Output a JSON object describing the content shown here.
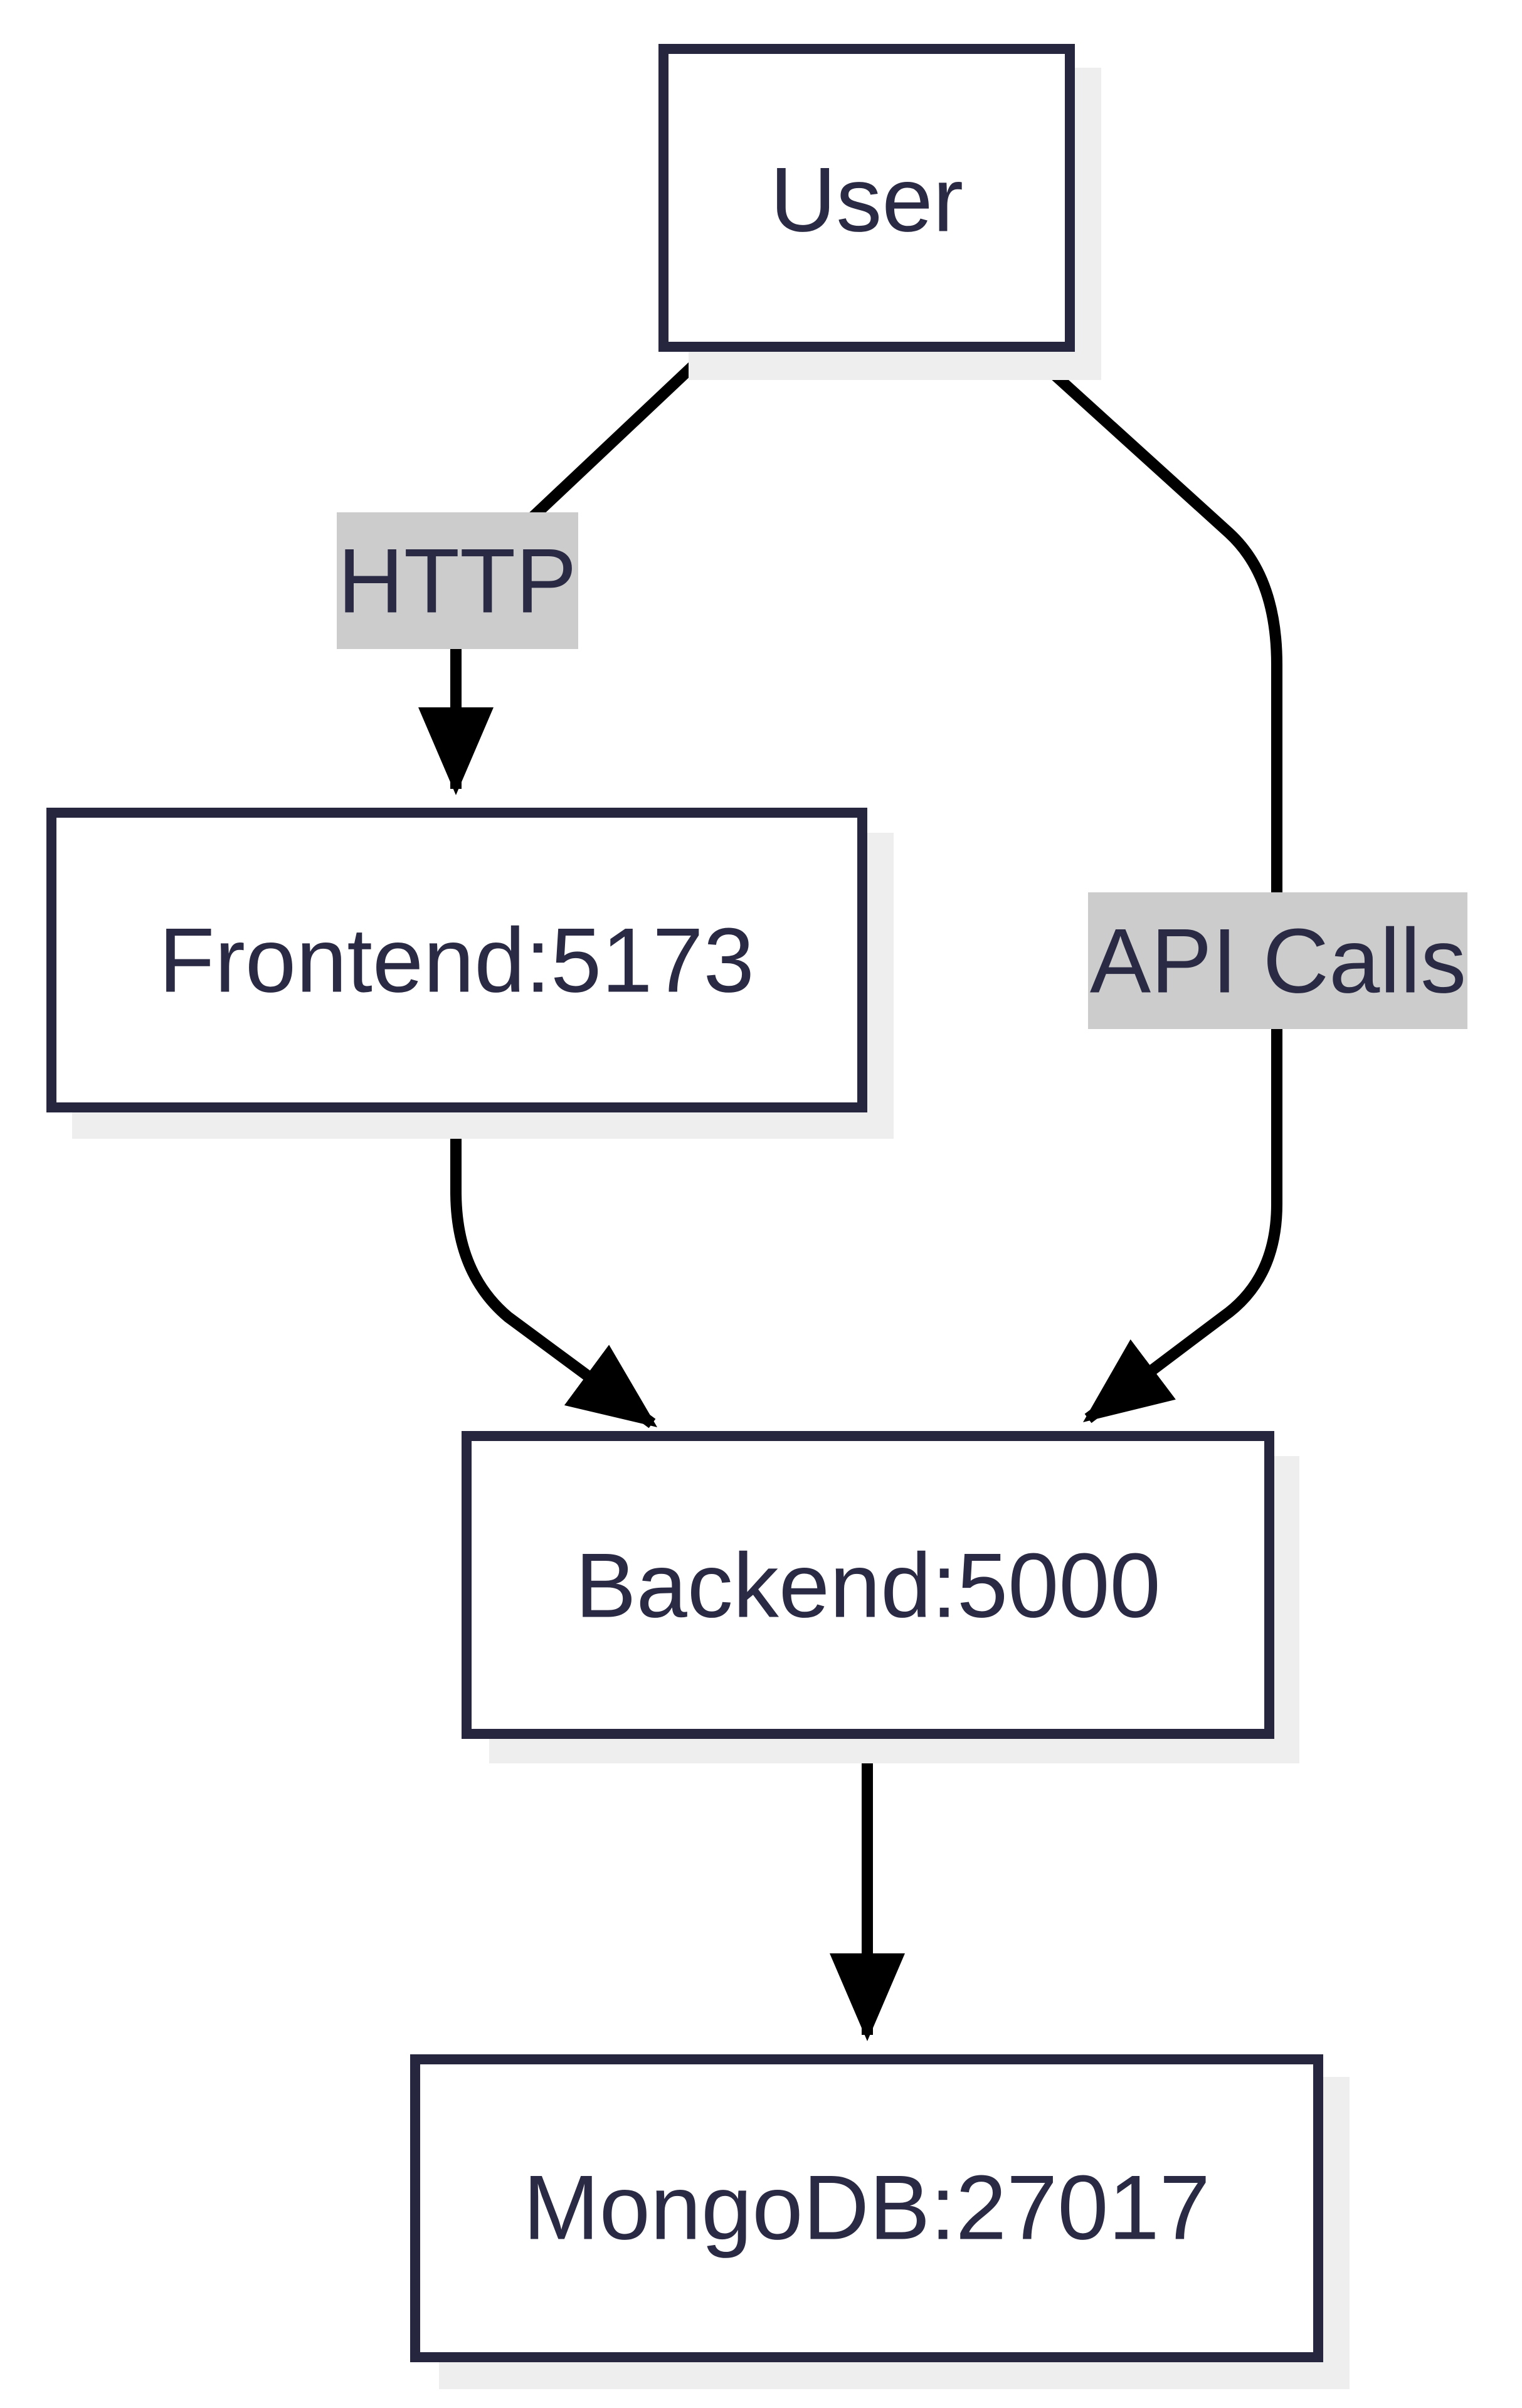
{
  "colors": {
    "background": "#ffffff",
    "node_border": "#26263e",
    "node_fill": "#ffffff",
    "node_shadow": "#eeeeee",
    "node_text": "#2a2a44",
    "edge": "#000000",
    "edge_label_bg": "#cccccc",
    "edge_label_text": "#2a2a44"
  },
  "nodes": {
    "user": {
      "label": "User"
    },
    "frontend": {
      "label": "Frontend:5173"
    },
    "backend": {
      "label": "Backend:5000"
    },
    "mongodb": {
      "label": "MongoDB:27017"
    }
  },
  "edges": {
    "user_frontend": {
      "from": "User",
      "to": "Frontend:5173",
      "label": "HTTP"
    },
    "user_backend": {
      "from": "User",
      "to": "Backend:5000",
      "label": "API Calls"
    },
    "frontend_backend": {
      "from": "Frontend:5173",
      "to": "Backend:5000"
    },
    "backend_mongodb": {
      "from": "Backend:5000",
      "to": "MongoDB:27017"
    }
  }
}
